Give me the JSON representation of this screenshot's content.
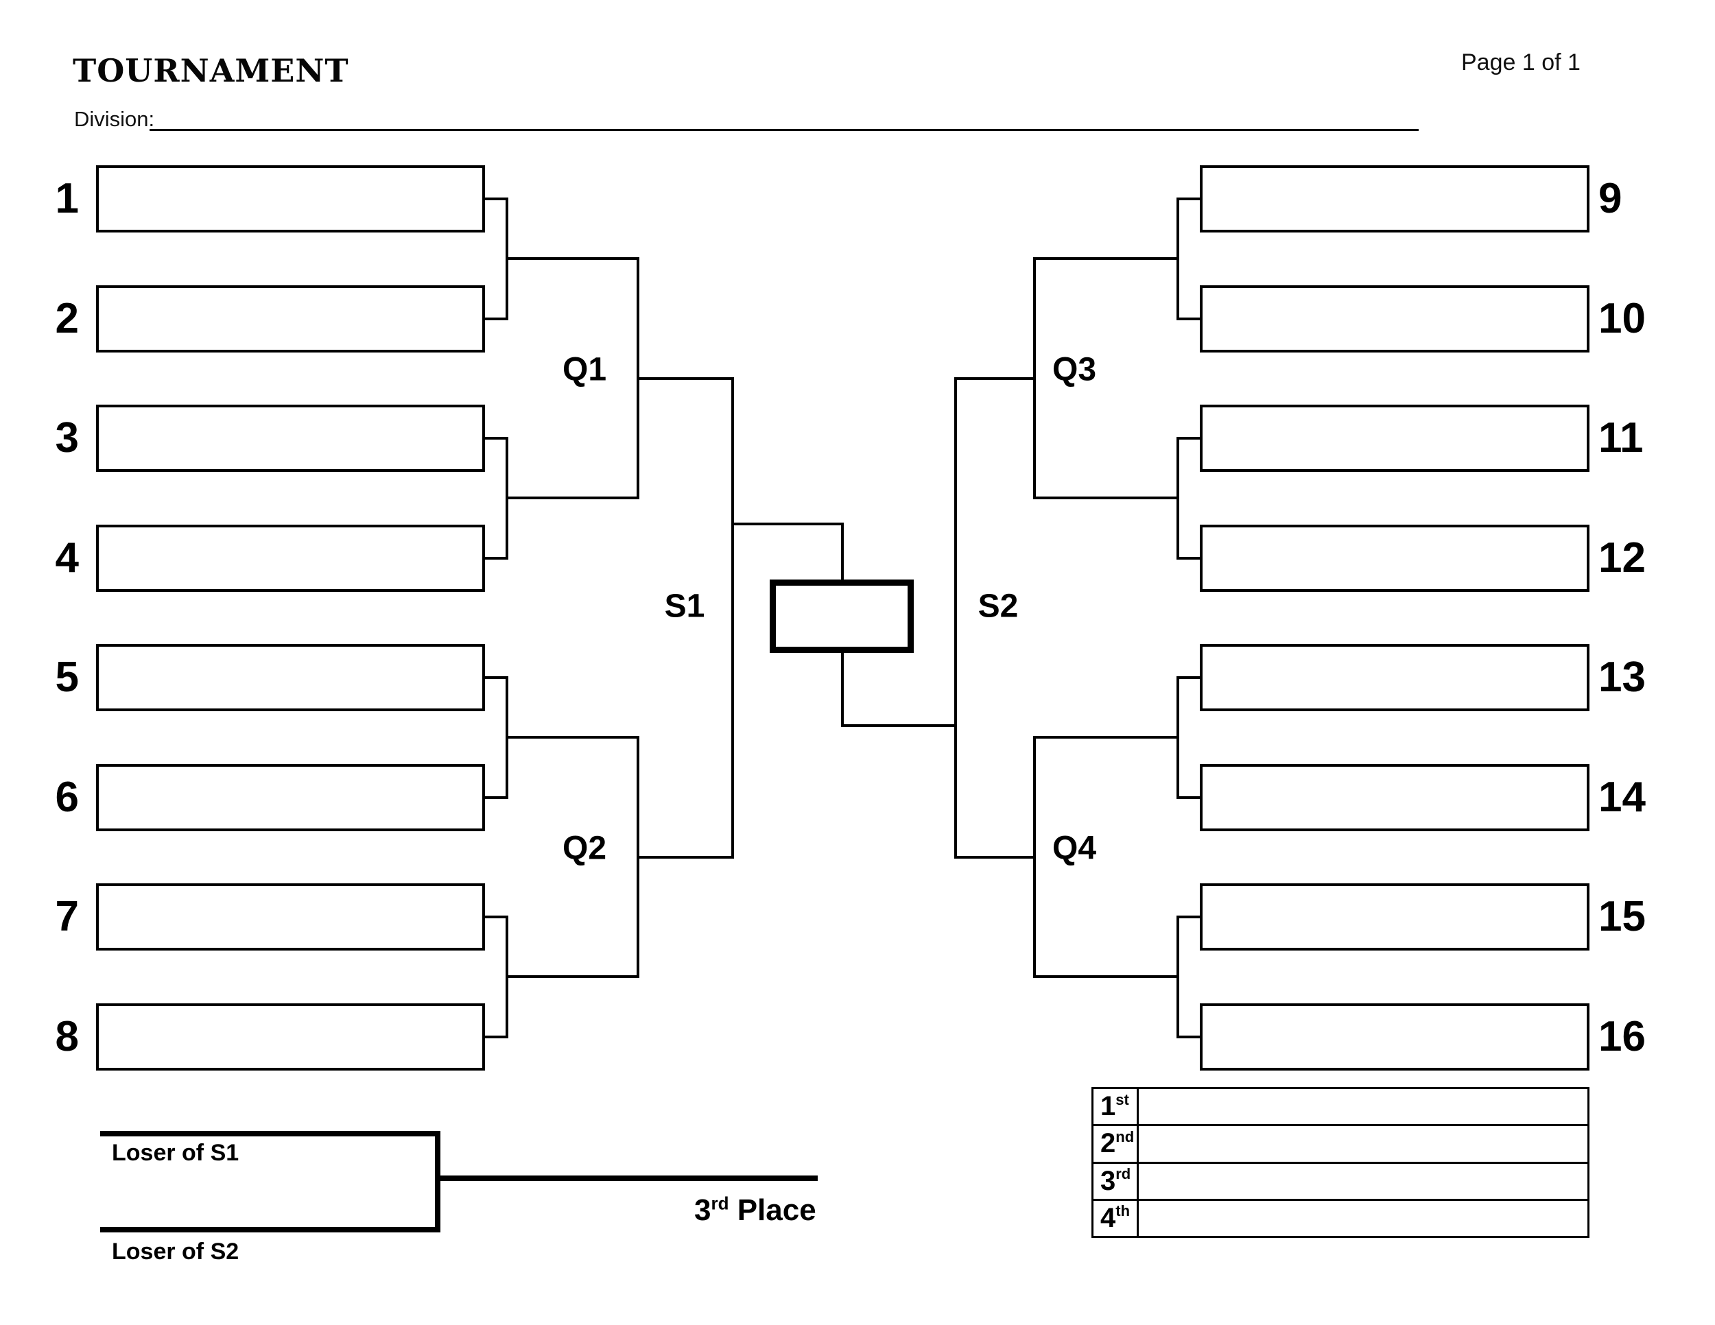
{
  "header": {
    "title": "TOURNAMENT",
    "page_info": "Page 1 of 1",
    "division_label": "Division:",
    "division_value": ""
  },
  "bracket": {
    "seeds": [
      "1",
      "2",
      "3",
      "4",
      "5",
      "6",
      "7",
      "8",
      "9",
      "10",
      "11",
      "12",
      "13",
      "14",
      "15",
      "16"
    ],
    "slots": [
      "",
      "",
      "",
      "",
      "",
      "",
      "",
      "",
      "",
      "",
      "",
      "",
      "",
      "",
      "",
      ""
    ],
    "rounds": {
      "q1": "Q1",
      "q2": "Q2",
      "q3": "Q3",
      "q4": "Q4",
      "s1": "S1",
      "s2": "S2"
    },
    "final_value": ""
  },
  "third_place": {
    "loser_s1": "Loser of S1",
    "loser_s2": "Loser of S2",
    "number": "3",
    "suffix": "rd",
    "word": " Place"
  },
  "placing_table": {
    "rows": [
      {
        "rank": "1",
        "suffix": "st",
        "value": ""
      },
      {
        "rank": "2",
        "suffix": "nd",
        "value": ""
      },
      {
        "rank": "3",
        "suffix": "rd",
        "value": ""
      },
      {
        "rank": "4",
        "suffix": "th",
        "value": ""
      }
    ]
  }
}
